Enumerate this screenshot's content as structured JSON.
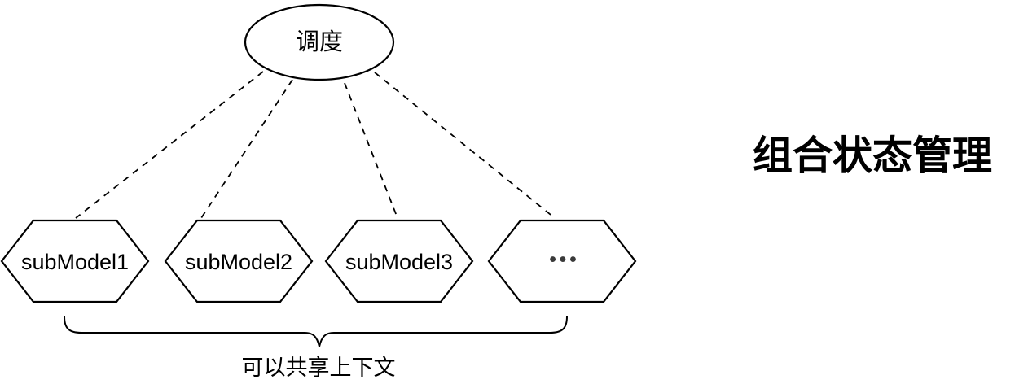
{
  "title": "组合状态管理",
  "diagram": {
    "scheduler": {
      "label": "调度",
      "shape": "ellipse"
    },
    "submodels": [
      {
        "label": "subModel1",
        "shape": "hexagon"
      },
      {
        "label": "subModel2",
        "shape": "hexagon"
      },
      {
        "label": "subModel3",
        "shape": "hexagon"
      },
      {
        "label": "•••",
        "shape": "hexagon"
      }
    ],
    "connector_style": "dashed",
    "caption": "可以共享上下文",
    "colors": {
      "background": "#ffffff",
      "stroke": "#000000",
      "text": "#000000",
      "ellipsis_dots": "#3a3a3a"
    }
  }
}
